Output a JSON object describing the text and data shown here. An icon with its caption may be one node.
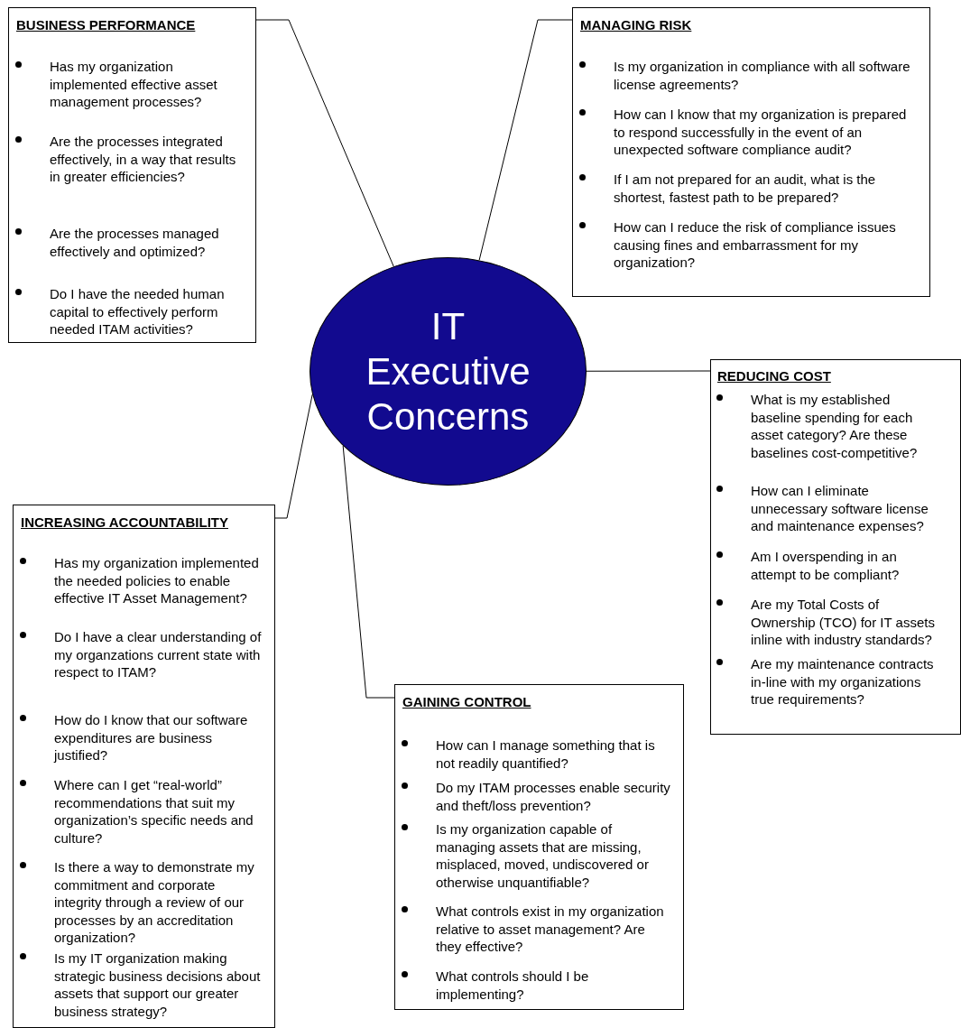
{
  "diagram": {
    "nodes": [
      {
        "text": [
          "BUSINESS PERFORMANCE",
          "Has my organization implemented effective asset management processes?",
          "Are the processes integrated effectively, in a way that results in greater efficiencies?",
          "Are the processes managed effectively and optimized?",
          "Do I have the needed human capital to effectively perform needed ITAM activities?"
        ]
      },
      {
        "text": [
          "MANAGING RISK",
          "Is my organization in compliance with all software license agreements?",
          "How can I know that my organization is prepared to respond successfully in the event of an unexpected software compliance audit?",
          "If I am not prepared for an audit, what is the shortest, fastest path to be prepared?",
          "How can I reduce the risk of compliance issues causing fines and embarrassment for my organization?"
        ]
      },
      {
        "text": [
          "IT Executive Concerns"
        ]
      },
      {
        "text": [
          "REDUCING COST",
          "What is my established baseline spending for each asset category?  Are these baselines cost-competitive?",
          "How can I eliminate unnecessary software license and maintenance expenses?",
          "Am I overspending in an attempt to be compliant?",
          "Are my Total Costs of Ownership (TCO) for IT assets inline with industry standards?",
          "Are my maintenance contracts in-line with my organizations true requirements?"
        ]
      },
      {
        "text": [
          "INCREASING ACCOUNTABILITY",
          "Has my organization implemented the needed policies to enable effective IT Asset Management?",
          "Do I have a clear understanding of my organzations current state with respect to ITAM?",
          "How do I know that our software expenditures are business justified?",
          "Where can I get “real-world” recommendations that suit my organization’s specific needs and culture?",
          "Is there a way to demonstrate my commitment and corporate integrity through a review of our processes by an accreditation organization?",
          "Is my IT organization making strategic business decisions about assets that support our greater business strategy?"
        ]
      },
      {
        "text": [
          "GAINING CONTROL",
          "How can I manage something that is not readily quantified?",
          "Do my ITAM processes enable security and theft/loss prevention?",
          "Is my organization capable of managing assets that are missing, misplaced, moved, undiscovered or otherwise unquantifiable?",
          "What controls exist in my organization relative to asset management?  Are they effective?",
          "What controls should I be implementing?"
        ]
      }
    ],
    "edges": [
      {
        "from": 2,
        "to": 0,
        "arrow": "none"
      },
      {
        "from": 2,
        "to": 1,
        "arrow": "none"
      },
      {
        "from": 2,
        "to": 3,
        "arrow": "none"
      },
      {
        "from": 2,
        "to": 4,
        "arrow": "none"
      },
      {
        "from": 2,
        "to": 5,
        "arrow": "none"
      }
    ]
  }
}
